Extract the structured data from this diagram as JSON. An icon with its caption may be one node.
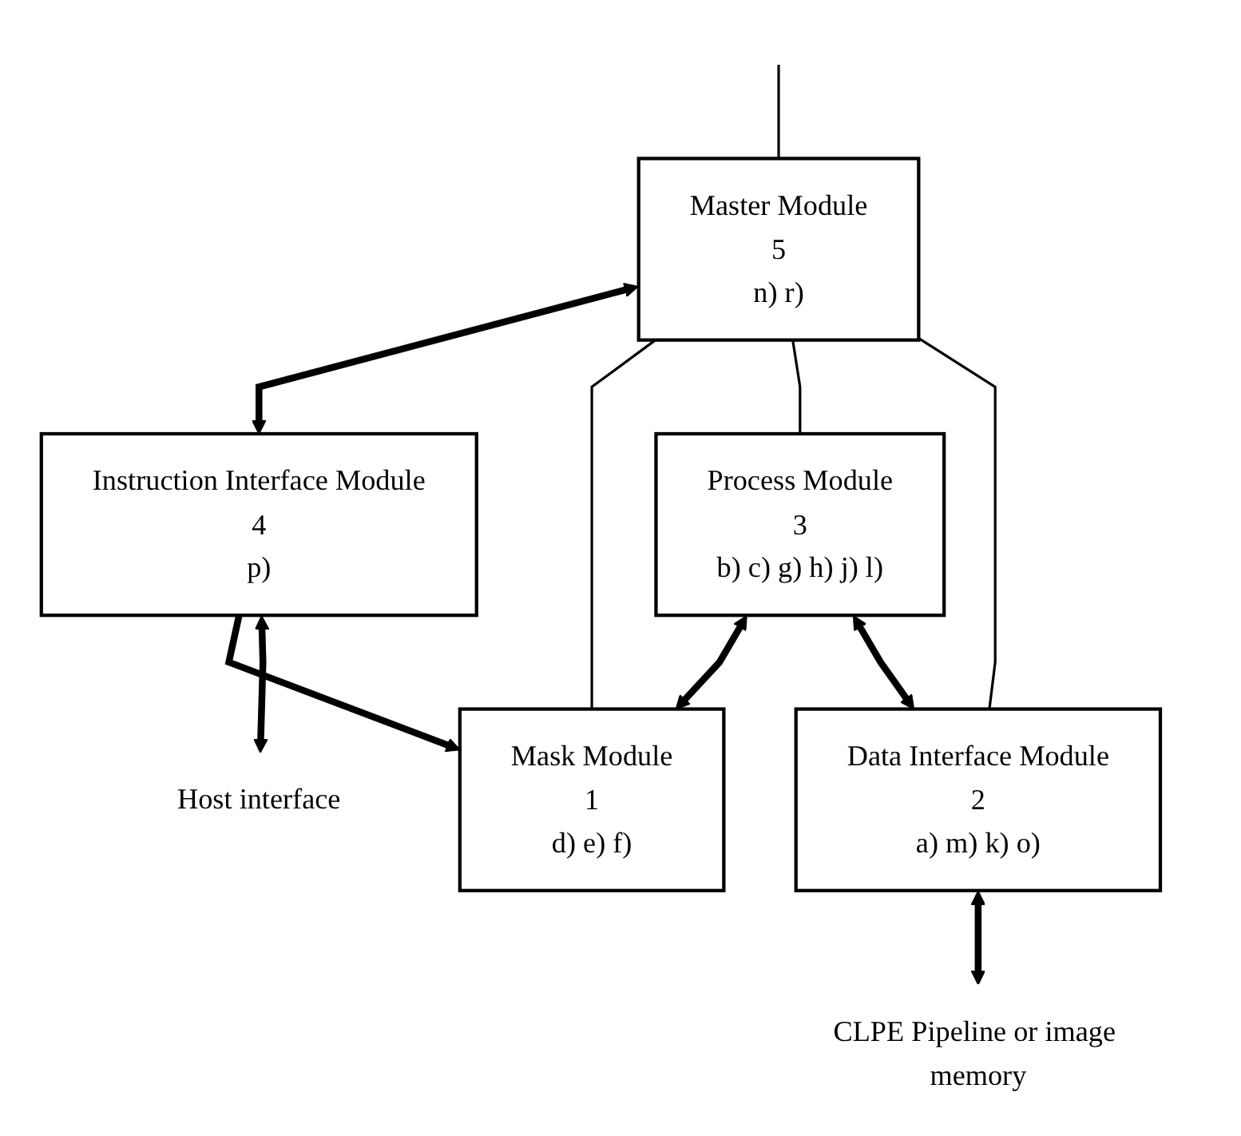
{
  "diagram": {
    "nodes": [
      {
        "text": [
          "Master Module",
          "5",
          "n) r)"
        ]
      },
      {
        "text": [
          "Instruction Interface Module",
          "4",
          "p)"
        ]
      },
      {
        "text": [
          "Process Module",
          "3",
          "b) c) g) h) j) l)"
        ]
      },
      {
        "text": [
          "Mask Module",
          "1",
          "d) e) f)"
        ]
      },
      {
        "text": [
          "Data Interface Module",
          "2",
          "a) m) k) o)"
        ]
      },
      {
        "text": [
          "Host interface"
        ]
      },
      {
        "text": [
          "CLPE Pipeline or image memory"
        ]
      }
    ],
    "edges": [
      {
        "from": null,
        "to": 0,
        "arrow": "none"
      },
      {
        "from": 0,
        "to": 1,
        "arrow": "both"
      },
      {
        "from": 0,
        "to": 3,
        "arrow": "none"
      },
      {
        "from": 0,
        "to": 2,
        "arrow": "none"
      },
      {
        "from": 0,
        "to": 4,
        "arrow": "none"
      },
      {
        "from": 1,
        "to": 3,
        "arrow": "to"
      },
      {
        "from": 2,
        "to": 3,
        "arrow": "both"
      },
      {
        "from": 2,
        "to": 4,
        "arrow": "both"
      },
      {
        "from": 1,
        "to": 5,
        "arrow": "both"
      },
      {
        "from": 4,
        "to": 6,
        "arrow": "both"
      }
    ]
  }
}
